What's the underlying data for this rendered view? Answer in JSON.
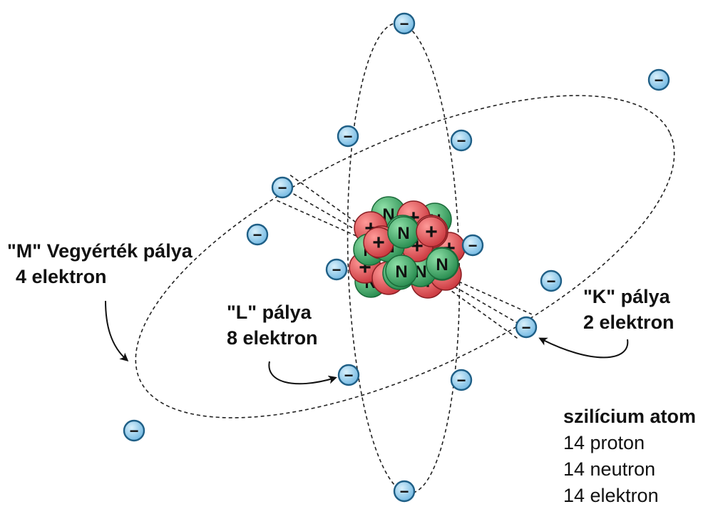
{
  "labels": {
    "m_shell_title": "\"M\" Vegyérték pálya",
    "m_shell_count": "4 elektron",
    "l_shell_title": "\"L\" pálya",
    "l_shell_count": "8 elektron",
    "k_shell_title": "\"K\" pálya",
    "k_shell_count": "2 elektron"
  },
  "info": {
    "title": "szilícium atom",
    "protons": "14 proton",
    "neutrons": "14 neutron",
    "electrons": "14 elektron"
  },
  "symbols": {
    "electron": "−",
    "proton": "+",
    "neutron": "N"
  },
  "colors": {
    "electron_fill": "#8fc9ea",
    "electron_ring": "#1f5f86",
    "proton_fill": "#e0555a",
    "neutron_fill": "#3aa866",
    "orbit_line": "#222222"
  }
}
